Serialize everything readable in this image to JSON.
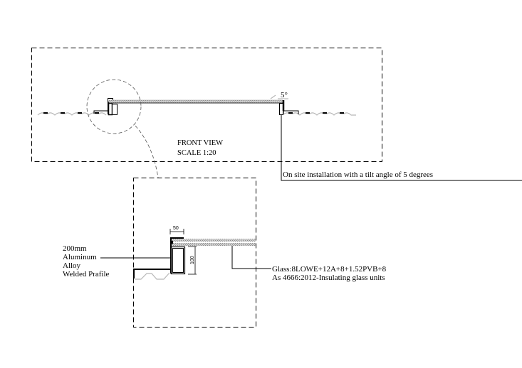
{
  "front_view": {
    "title": "FRONT VIEW",
    "scale": "SCALE 1:20",
    "angle_label": "5°"
  },
  "annotations": {
    "tilt_note": "On site installation with a tilt angle of 5 degrees",
    "profile_line1": "200mm",
    "profile_line2": "Aluminum",
    "profile_line3": "Alloy",
    "profile_line4": "Welded Prafile",
    "glass_line1": "Glass:8LOWE+12A+8+1.52PVB+8",
    "glass_line2": "As 4666:2012-Insulating glass units"
  },
  "detail": {
    "dim_width": "50",
    "dim_height": "100"
  },
  "colors": {
    "line": "#000000",
    "glass": "#a8a8a8",
    "roof": "#b8b8b8"
  }
}
